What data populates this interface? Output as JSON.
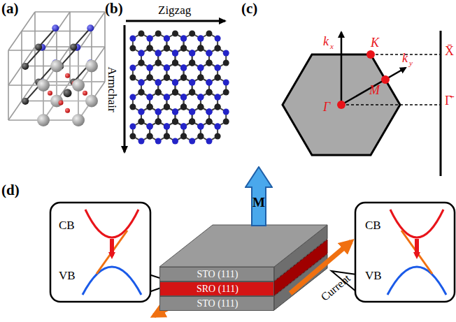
{
  "diagram": {
    "nodes": [
      {
        "text": [
          "CB",
          "VB"
        ]
      },
      {
        "text": [
          "M"
        ]
      },
      {
        "text": [
          "STO (111)"
        ]
      },
      {
        "text": [
          "SRO (111)"
        ]
      },
      {
        "text": [
          "STO (111)"
        ]
      },
      {
        "text": [
          "CB",
          "VB"
        ]
      }
    ],
    "labels": [
      "(a)",
      "(b)",
      "Zigzag",
      "Armchair",
      "(c)",
      "k",
      "x",
      "K",
      "X̄",
      "M",
      "k",
      "y",
      "Γ",
      "Γ̄",
      "(d)",
      "Current"
    ]
  }
}
